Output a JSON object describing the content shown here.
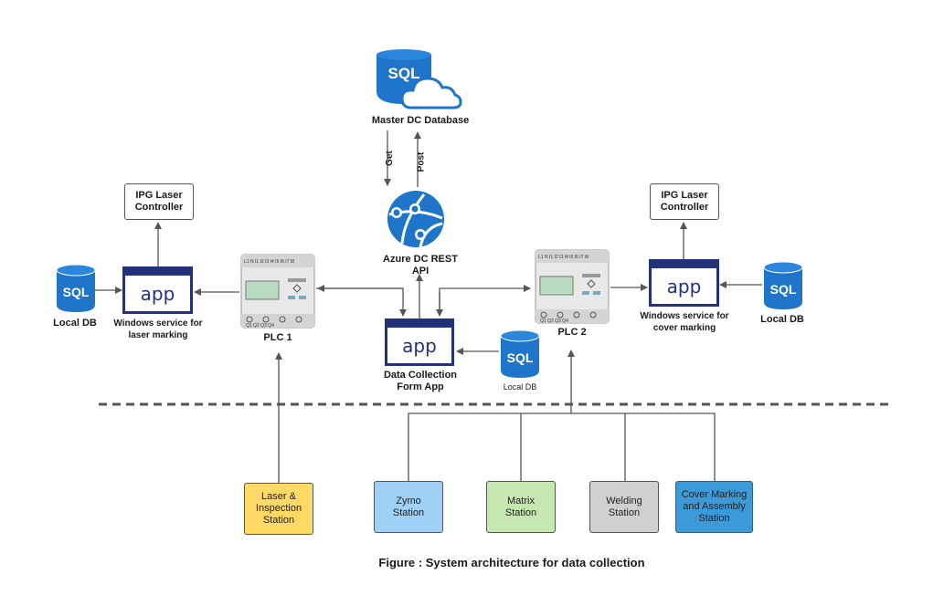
{
  "master_db": {
    "label": "Master DC Database",
    "icon_text": "SQL"
  },
  "flows": {
    "get": "Get",
    "post": "Post"
  },
  "api": {
    "label": "Azure DC REST\nAPI"
  },
  "left": {
    "controller": "IPG Laser\nController",
    "app_text": "app",
    "service_label": "Windows service for\nlaser marking",
    "db_label": "Local DB",
    "db_icon_text": "SQL",
    "plc_label": "PLC 1"
  },
  "right": {
    "controller": "IPG Laser\nController",
    "app_text": "app",
    "service_label": "Windows service for\ncover marking",
    "db_label": "Local DB",
    "db_icon_text": "SQL",
    "plc_label": "PLC 2"
  },
  "center": {
    "app_text": "app",
    "app_label": "Data Collection\nForm App",
    "db_label": "Local DB",
    "db_icon_text": "SQL"
  },
  "plc_panel": {
    "top_terminals": "L1  N  I1  I2  I3  I4  I5  I6  I7  I8",
    "bottom_terminals": "Q1   Q2   Q3   Q4"
  },
  "stations": [
    {
      "label": "Laser &\nInspection\nStation",
      "color": "#ffd966"
    },
    {
      "label": "Zymo\nStation",
      "color": "#9fd0f5"
    },
    {
      "label": "Matrix\nStation",
      "color": "#c6e8b0"
    },
    {
      "label": "Welding\nStation",
      "color": "#d0d0d0"
    },
    {
      "label": "Cover Marking\nand Assembly\nStation",
      "color": "#3c9ad8"
    }
  ],
  "caption": "Figure : System architecture for data collection",
  "colors": {
    "sql_blue": "#1f75c9",
    "app_navy": "#23317a",
    "line": "#555555"
  }
}
